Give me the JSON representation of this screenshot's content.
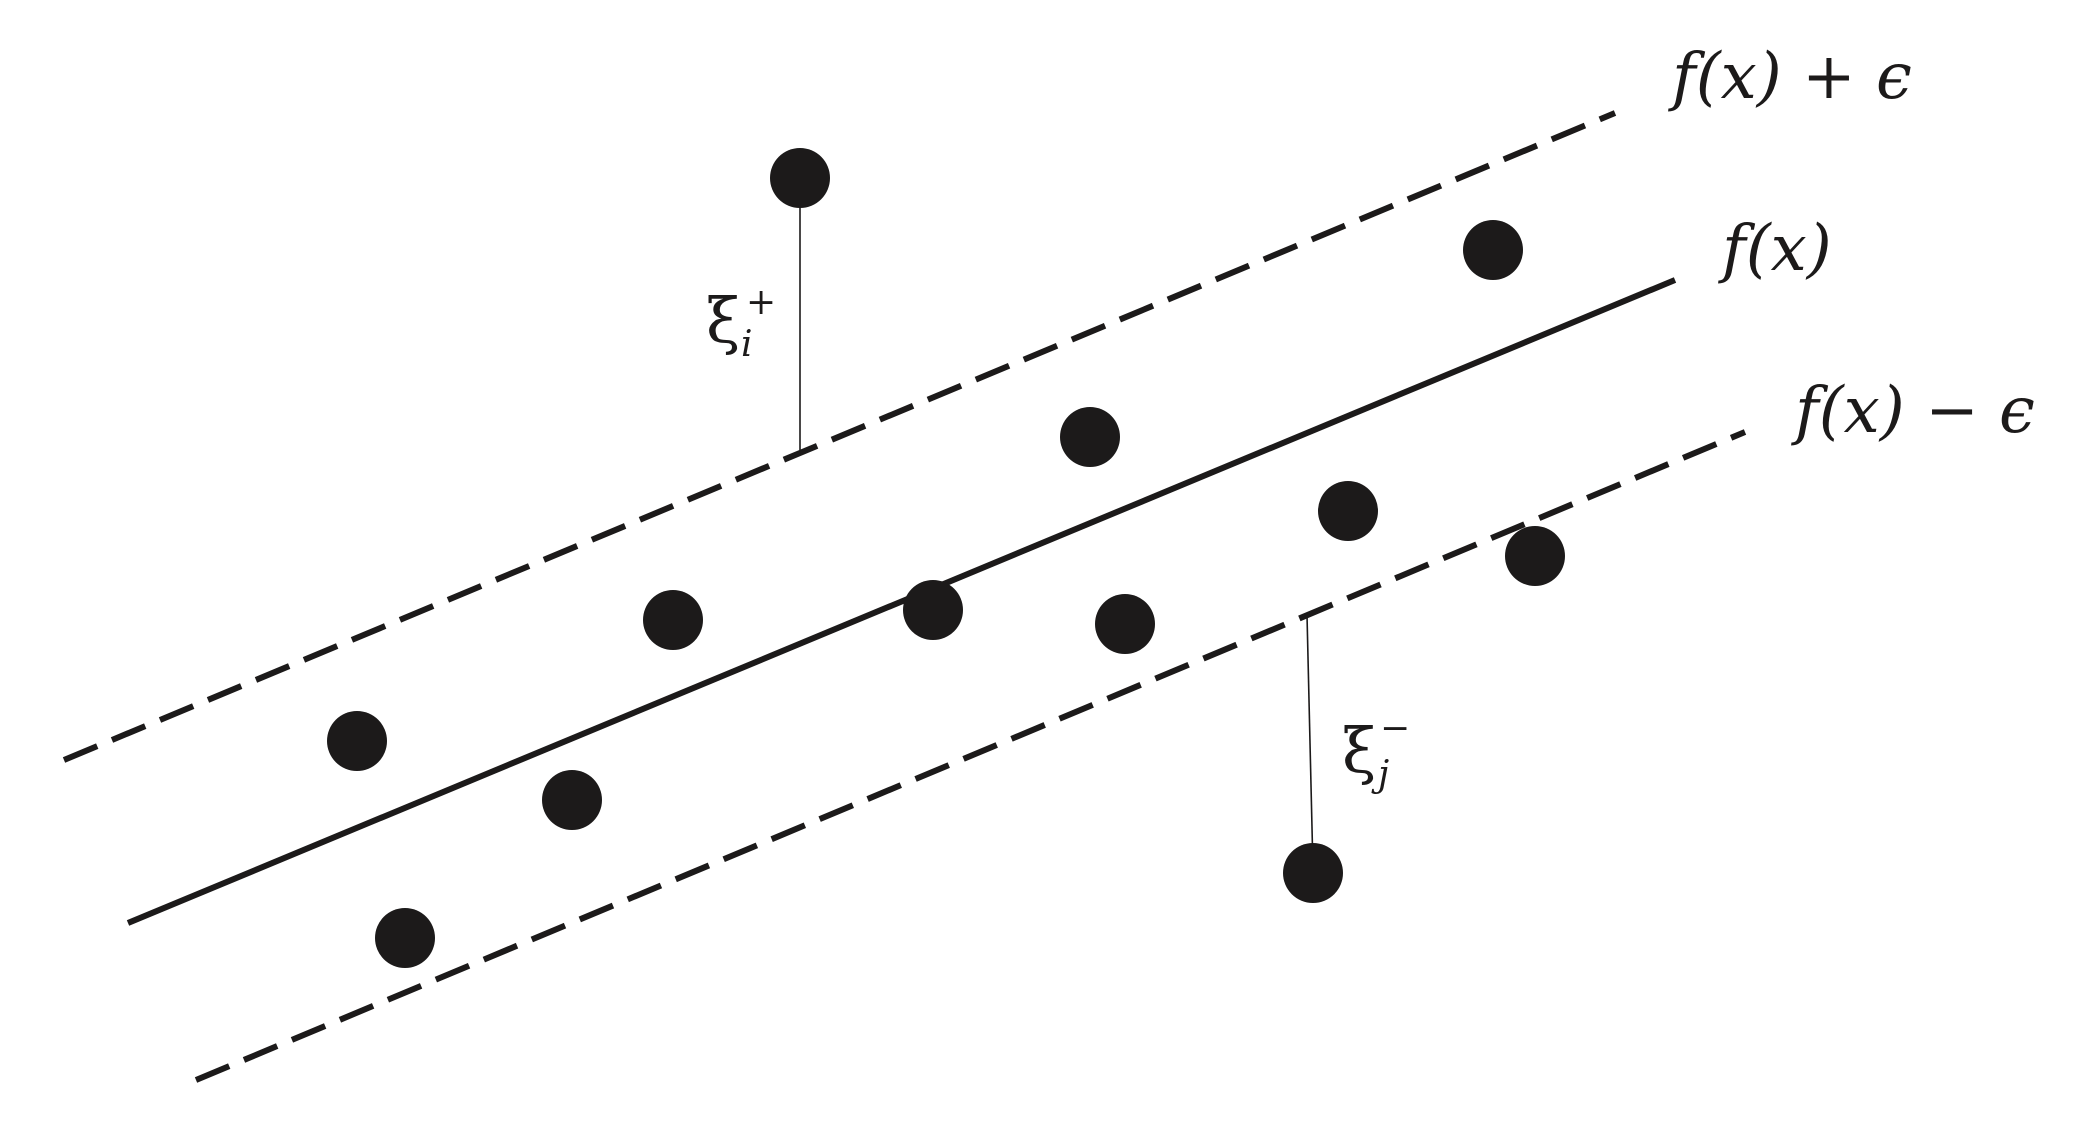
{
  "colors": {
    "ink": "#1c1a1a",
    "background": "#ffffff"
  },
  "labels": {
    "upper_boundary": "f(x) + ϵ",
    "regression_line": "f(x)",
    "lower_boundary": "f(x) − ϵ",
    "slack_upper_base": "ξ",
    "slack_upper_sub": "i",
    "slack_upper_sup": "+",
    "slack_lower_base": "ξ",
    "slack_lower_sub": "j",
    "slack_lower_sup": "−"
  }
}
